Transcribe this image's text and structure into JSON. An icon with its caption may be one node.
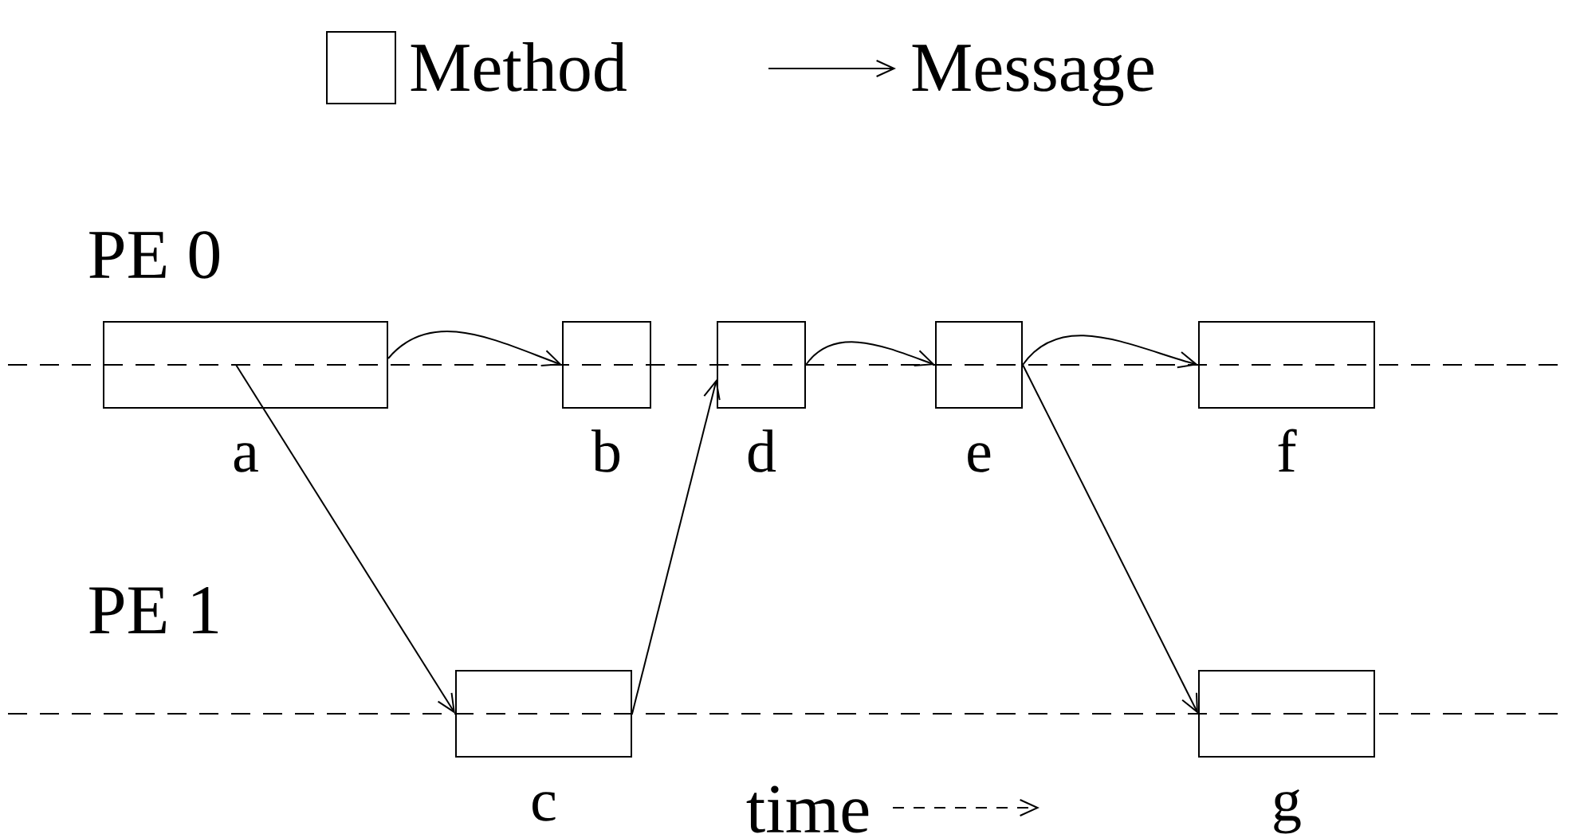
{
  "diagram": {
    "nodes": [
      {
        "text": [],
        "shape": "box",
        "beside": [
          "a"
        ]
      },
      {
        "text": [],
        "shape": "box",
        "beside": [
          "b"
        ]
      },
      {
        "text": [],
        "shape": "box",
        "beside": [
          "c"
        ]
      },
      {
        "text": [],
        "shape": "box",
        "beside": [
          "d"
        ]
      },
      {
        "text": [],
        "shape": "box",
        "beside": [
          "e"
        ]
      },
      {
        "text": [],
        "shape": "box",
        "beside": [
          "f"
        ]
      },
      {
        "text": [],
        "shape": "box",
        "beside": [
          "g"
        ]
      }
    ],
    "edges": [
      {
        "from": 0,
        "to": 1,
        "arrow": "to"
      },
      {
        "from": 0,
        "to": 2,
        "arrow": "to"
      },
      {
        "from": 2,
        "to": 3,
        "arrow": "to"
      },
      {
        "from": 3,
        "to": 4,
        "arrow": "to"
      },
      {
        "from": 4,
        "to": 5,
        "arrow": "to"
      },
      {
        "from": 4,
        "to": 6,
        "arrow": "to"
      }
    ],
    "labels": [
      "PE 0",
      "PE 1",
      "time"
    ],
    "legend": [
      {
        "text": "Method"
      },
      {
        "text": "Message"
      }
    ]
  }
}
